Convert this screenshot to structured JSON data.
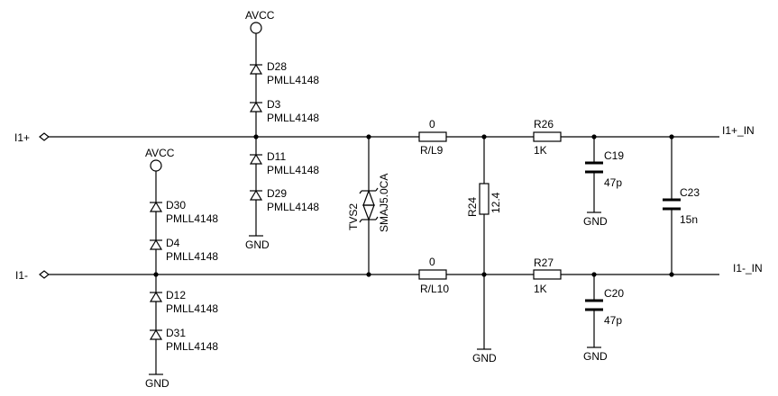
{
  "nets": {
    "avcc_top": "AVCC",
    "avcc_left": "AVCC",
    "gnd_top": "GND",
    "gnd_bottom_left": "GND",
    "gnd_r24": "GND",
    "gnd_c19": "GND",
    "gnd_c20": "GND"
  },
  "ports": {
    "in_plus": "I1+",
    "in_minus": "I1-",
    "out_plus": "I1+_IN",
    "out_minus": "I1-_IN"
  },
  "diodes": {
    "d28": {
      "ref": "D28",
      "part": "PMLL4148"
    },
    "d3": {
      "ref": "D3",
      "part": "PMLL4148"
    },
    "d11": {
      "ref": "D11",
      "part": "PMLL4148"
    },
    "d29": {
      "ref": "D29",
      "part": "PMLL4148"
    },
    "d30": {
      "ref": "D30",
      "part": "PMLL4148"
    },
    "d4": {
      "ref": "D4",
      "part": "PMLL4148"
    },
    "d12": {
      "ref": "D12",
      "part": "PMLL4148"
    },
    "d31": {
      "ref": "D31",
      "part": "PMLL4148"
    }
  },
  "tvs": {
    "ref": "TVS2",
    "part": "SMAJ5.0CA"
  },
  "resistors": {
    "rl9": {
      "ref": "R/L9",
      "value": "0"
    },
    "rl10": {
      "ref": "R/L10",
      "value": "0"
    },
    "r24": {
      "ref": "R24",
      "value": "12.4"
    },
    "r26": {
      "ref": "R26",
      "value": "1K"
    },
    "r27": {
      "ref": "R27",
      "value": "1K"
    }
  },
  "capacitors": {
    "c19": {
      "ref": "C19",
      "value": "47p"
    },
    "c20": {
      "ref": "C20",
      "value": "47p"
    },
    "c23": {
      "ref": "C23",
      "value": "15n"
    }
  }
}
